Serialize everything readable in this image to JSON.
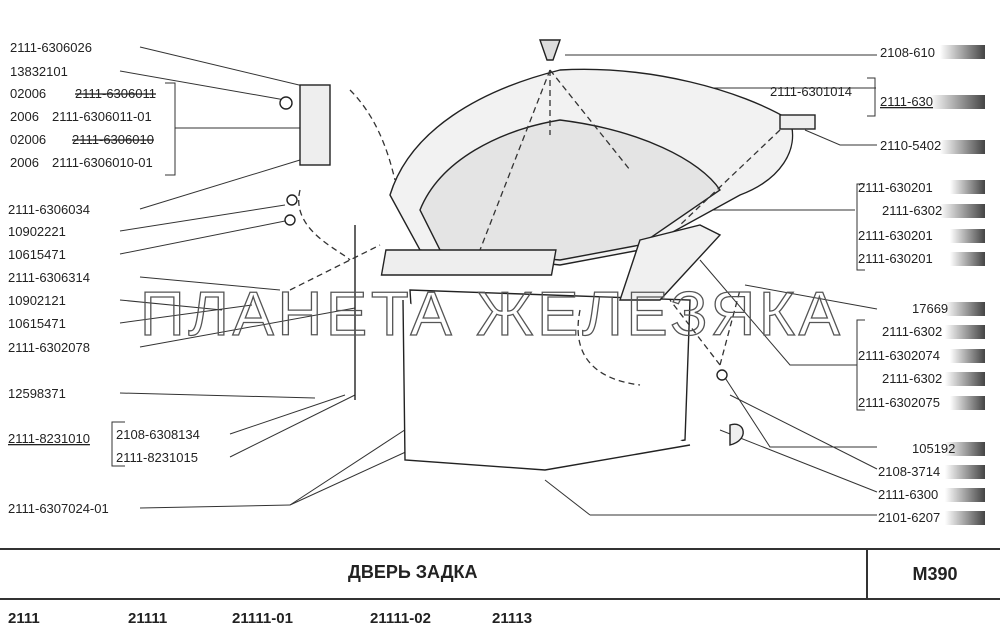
{
  "left_labels": [
    "2111-6306026",
    "13832101",
    "02006",
    "2111-6306011",
    "2006",
    "2111-6306011-01",
    "02006",
    "2111-6306010",
    "2006",
    "2111-6306010-01",
    "2111-6306034",
    "10902221",
    "10615471",
    "2111-6306314",
    "10902121",
    "10615471",
    "2111-6302078",
    "12598371",
    "2111-8231010",
    "2108-6308134",
    "2111-8231015",
    "2111-6307024-01"
  ],
  "right_labels": [
    "2108-610",
    "2111-6301014",
    "2111-630",
    "2110-5402",
    "2111-630201",
    "2111-6302",
    "2111-630201",
    "2111-630201",
    "17669",
    "2111-6302",
    "2111-6302074",
    "2111-6302",
    "2111-6302075",
    "105192",
    "2108-3714",
    "2111-6300",
    "2101-6207"
  ],
  "watermark": "ПЛАНЕТА ЖЕЛЕЗЯКА",
  "title": "ДВЕРЬ  ЗАДКА",
  "code": "М390",
  "models": [
    "2111",
    "21111",
    "21111-01",
    "21111-02",
    "21113"
  ]
}
